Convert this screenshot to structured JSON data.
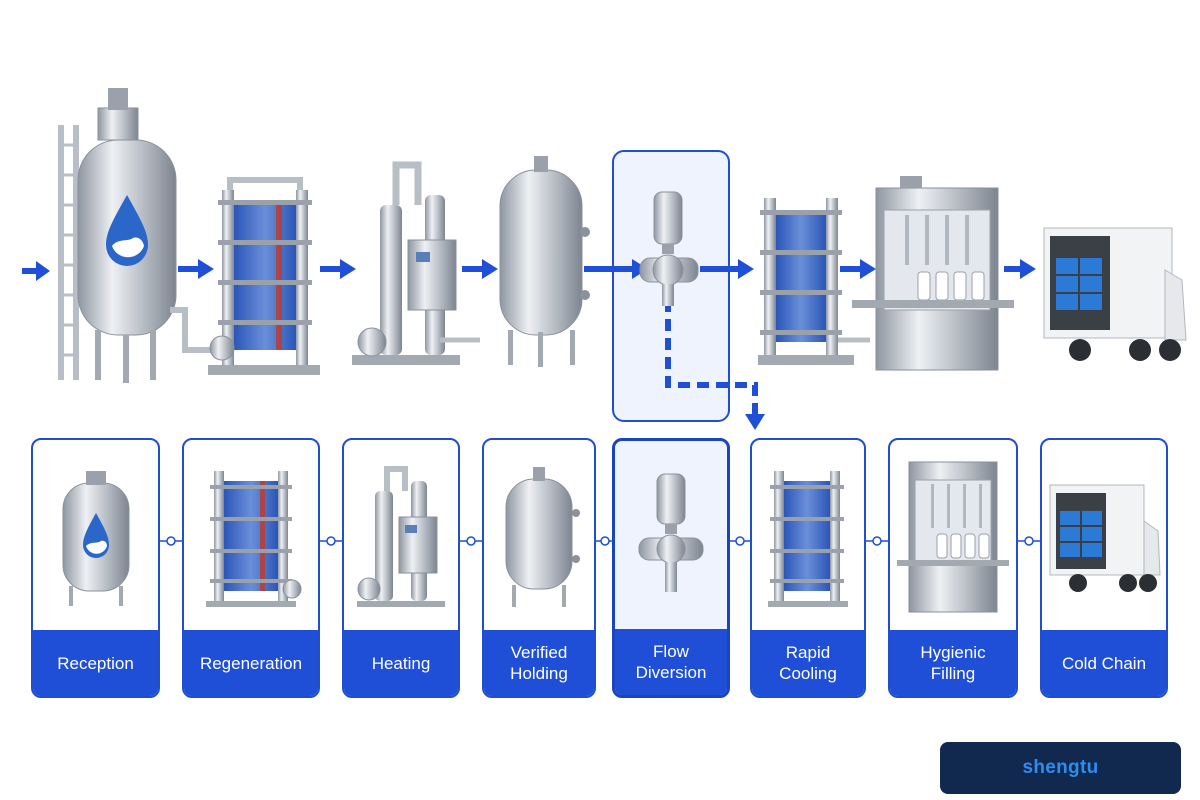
{
  "colors": {
    "accent": "#1f4fd6",
    "brand_bg": "#12294f",
    "brand_text": "#2c8df0",
    "steel": "#c9ced6"
  },
  "stages": [
    {
      "label": "Reception",
      "icon": "reception-tank-icon"
    },
    {
      "label": "Regeneration",
      "icon": "plate-heat-exchanger-icon"
    },
    {
      "label": "Heating",
      "icon": "heating-unit-icon"
    },
    {
      "label": "Verified Holding",
      "icon": "holding-tank-icon"
    },
    {
      "label": "Flow Diversion",
      "icon": "flow-diversion-valve-icon"
    },
    {
      "label": "Rapid Cooling",
      "icon": "cooling-exchanger-icon"
    },
    {
      "label": "Hygienic Filling",
      "icon": "filling-machine-icon"
    },
    {
      "label": "Cold Chain",
      "icon": "refrigerated-truck-icon"
    }
  ],
  "brand": {
    "name": "shengtu"
  }
}
